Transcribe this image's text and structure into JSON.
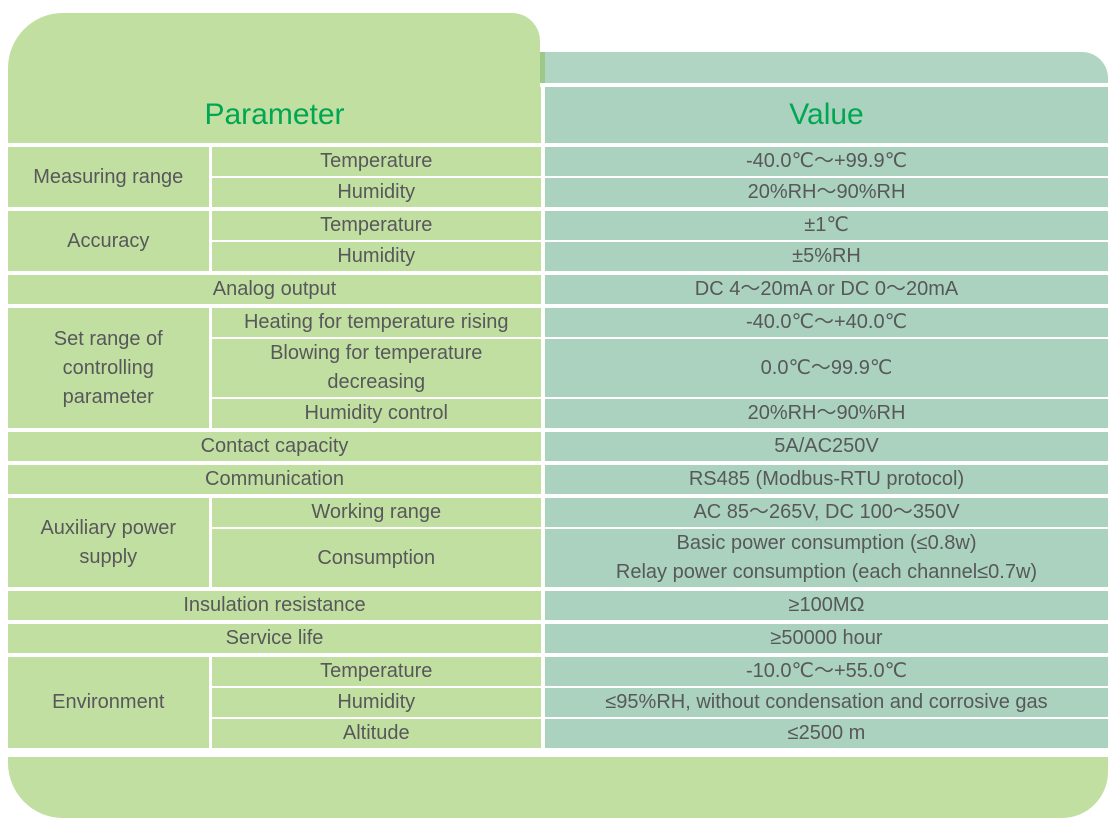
{
  "colors": {
    "card_green": "#c2dfa2",
    "card_teal": "#abd2be",
    "tab_teal": "#b0d6c3",
    "header_text_green": "#00a651",
    "body_text": "#57585a"
  },
  "table": {
    "header": {
      "parameter": "Parameter",
      "value": "Value"
    },
    "rows": [
      {
        "group": "Measuring range",
        "param": "Temperature",
        "value": "-40.0℃～+99.9℃"
      },
      {
        "param": "Humidity",
        "value": "20%RH～90%RH"
      },
      {
        "group": "Accuracy",
        "param": "Temperature",
        "value": "±1℃"
      },
      {
        "param": "Humidity",
        "value": "±5%RH"
      },
      {
        "param": "Analog output",
        "value": "DC 4～20mA or DC 0～20mA"
      },
      {
        "group": "Set range of controlling parameter",
        "param": "Heating for temperature rising",
        "value": "-40.0℃～+40.0℃"
      },
      {
        "param": "Blowing for temperature decreasing",
        "value": "0.0℃～99.9℃"
      },
      {
        "param": "Humidity control",
        "value": "20%RH～90%RH"
      },
      {
        "param": "Contact capacity",
        "value": "5A/AC250V"
      },
      {
        "param": "Communication",
        "value": "RS485 (Modbus-RTU protocol)"
      },
      {
        "group": "Auxiliary power supply",
        "param": "Working range",
        "value": "AC 85～265V, DC 100～350V"
      },
      {
        "param": "Consumption",
        "value_lines": [
          "Basic power consumption (≤0.8w)",
          "Relay power consumption (each channel≤0.7w)"
        ]
      },
      {
        "param": "Insulation resistance",
        "value": "≥100MΩ"
      },
      {
        "param": "Service life",
        "value": "≥50000 hour"
      },
      {
        "group": "Environment",
        "param": "Temperature",
        "value": "-10.0℃～+55.0℃"
      },
      {
        "param": "Humidity",
        "value": "≤95%RH, without condensation and corrosive gas"
      },
      {
        "param": "Altitude",
        "value": "≤2500 m"
      }
    ]
  }
}
